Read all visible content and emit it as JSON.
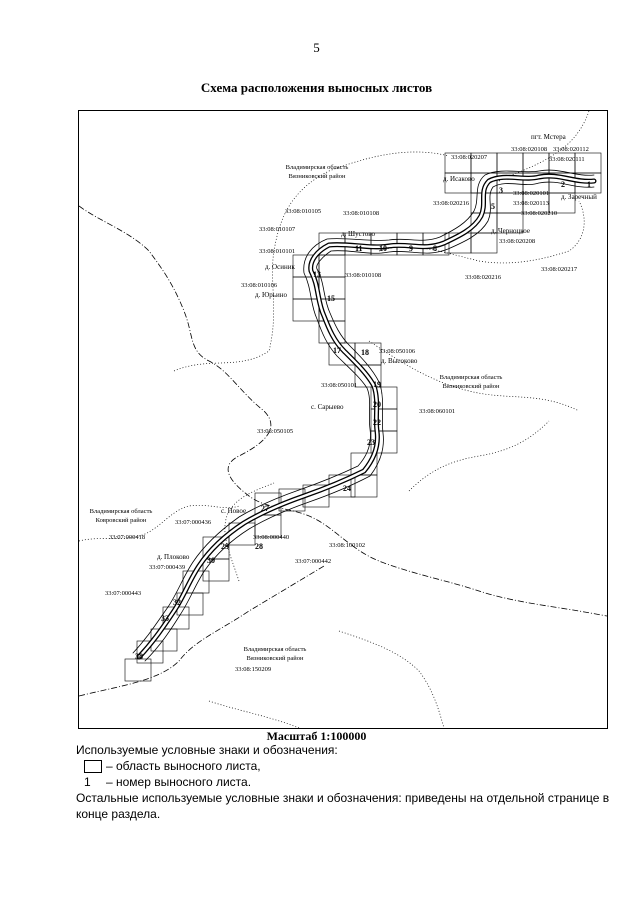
{
  "page": {
    "number": "5"
  },
  "scheme": {
    "title": "Схема расположения выносных листов",
    "scale": "Масштаб 1:100000"
  },
  "map": {
    "settlements": [
      "пгт. Мстера",
      "д. Исаково",
      "д. Заречный",
      "д. Черноцкое",
      "д. Шустово",
      "д. Осиник",
      "д. Юрьино",
      "д. Высоково",
      "с. Сарыево",
      "с. Новое",
      "д. Плоково"
    ],
    "regions": [
      [
        "Владимирская область",
        "Вязниковский район"
      ],
      [
        "Владимирская область",
        "Вязниковский район"
      ],
      [
        "Владимирская область",
        "Ковровский район"
      ],
      [
        "Владимирская область",
        "Вязниковский район"
      ]
    ],
    "cadastral": [
      "33:08:020207",
      "33:08:020108",
      "33:08:020112",
      "33:08:020111",
      "33:08:020101",
      "33:08:020113",
      "33:08:020216",
      "33:08:020210",
      "33:08:020208",
      "33:08:010105",
      "33:08:010108",
      "33:08:010107",
      "33:08:010101",
      "33:08:010108",
      "33:08:020216",
      "33:08:020217",
      "33:08:010106",
      "33:08:050106",
      "33:08:050101",
      "33:08:060101",
      "33:08:050105",
      "33:07:000436",
      "33:08:000440",
      "33:07:000418",
      "33:08:100102",
      "33:07:000439",
      "33:07:000442",
      "33:07:000443",
      "33:08:150209"
    ],
    "sheets": [
      "38",
      "33",
      "32",
      "30",
      "29",
      "28",
      "27",
      "24",
      "23",
      "22",
      "20",
      "19",
      "18",
      "17",
      "15",
      "13",
      "11",
      "10",
      "9",
      "8",
      "5",
      "3",
      "2",
      "1"
    ]
  },
  "legend": {
    "heading": "Используемые условные знаки и обозначения:",
    "box_label": "– область выносного листа,",
    "number_symbol": "1",
    "number_label": "– номер выносного листа.",
    "other": "Остальные используемые условные знаки и обозначения: приведены на отдельной странице в конце раздела."
  }
}
